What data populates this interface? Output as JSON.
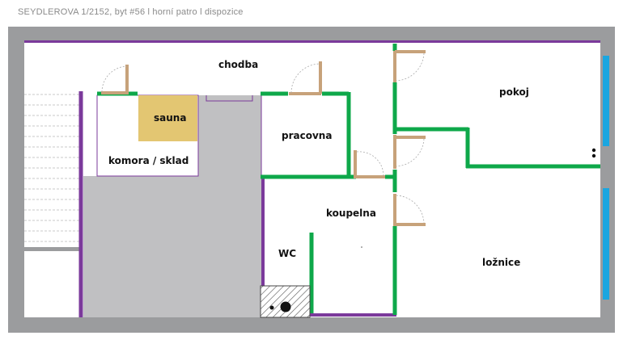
{
  "header": {
    "title": "SEYDLEROVA 1/2152, byt #56  l horní patro  l  dispozice"
  },
  "rooms": {
    "chodba": "chodba",
    "sauna": "sauna",
    "komora": "komora / sklad",
    "pracovna": "pracovna",
    "koupelna": "koupelna",
    "wc": "WC",
    "pokoj": "pokoj",
    "loznice": "ložnice"
  },
  "colors": {
    "outer_frame": "#9b9c9e",
    "floor": "#ffffff",
    "corridor_floor": "#c0c0c2",
    "sauna": "#e3c672",
    "wall_purple": "#7b3a9b",
    "wall_green": "#0ea84a",
    "door": "#c7a27a",
    "window": "#1aa6e0"
  }
}
